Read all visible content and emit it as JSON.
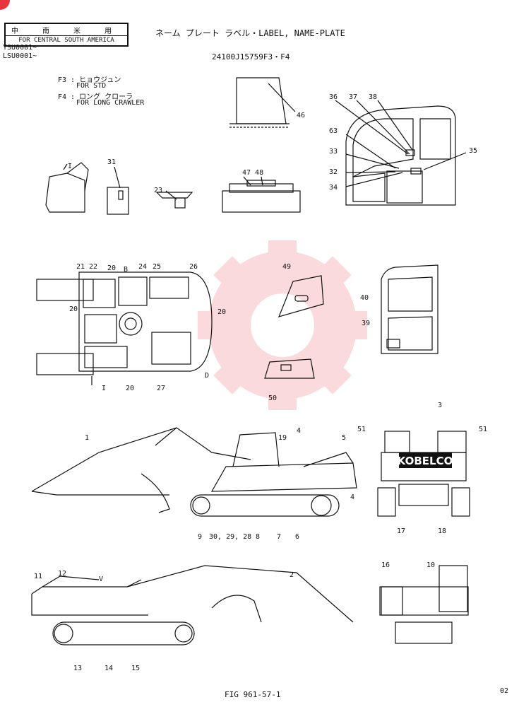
{
  "header": {
    "region_box": {
      "line1": "中 南 米 用",
      "line2": "FOR CENTRAL SOUTH AMERICA"
    },
    "serials": [
      "YSU0001~",
      "LSU0001~"
    ],
    "title": "ネーム プレート ラベル・LABEL, NAME-PLATE",
    "part_number": "24100J15759F3・F4"
  },
  "variants": {
    "f3_line": "F3 : ヒョウジュン",
    "f3_en": "FOR STD",
    "f4_line": "F4 : ロング クローラ",
    "f4_en": "FOR LONG CRAWLER"
  },
  "footer": {
    "figure": "FIG 961-57-1",
    "page": "02"
  },
  "brand_text": "KOBELCO",
  "colors": {
    "badge": "#e8343f",
    "watermark": "#f2a0a6",
    "ink": "#111111"
  },
  "callouts": {
    "n46": "46",
    "n47_48": "47 48",
    "n36": "36",
    "n37": "37",
    "n38": "38",
    "n63": "63",
    "n33": "33",
    "n32": "32",
    "n34": "34",
    "n35": "35",
    "n31": "31",
    "n23": "23",
    "n1_seat": "I",
    "n21": "21",
    "n22": "22",
    "n20a": "20",
    "n20b": "20",
    "n20c": "20",
    "n20d": "20",
    "n24": "24",
    "n25": "25",
    "n26": "26",
    "n27": "27",
    "nB": "B",
    "nD": "D",
    "n1_plan": "I",
    "n49": "49",
    "n50": "50",
    "n40": "40",
    "n39": "39",
    "n1": "1",
    "n19": "19",
    "n4a": "4",
    "n5": "5",
    "n4b": "4",
    "n9": "9",
    "n30_29_28": "30, 29, 28",
    "n8": "8",
    "n7": "7",
    "n6": "6",
    "n51a": "51",
    "n51b": "51",
    "n3": "3",
    "n17": "17",
    "n18": "18",
    "n11": "11",
    "n12": "12",
    "nV": "V",
    "n2": "2",
    "n13": "13",
    "n14": "14",
    "n15": "15",
    "n16": "16",
    "n10": "10"
  }
}
